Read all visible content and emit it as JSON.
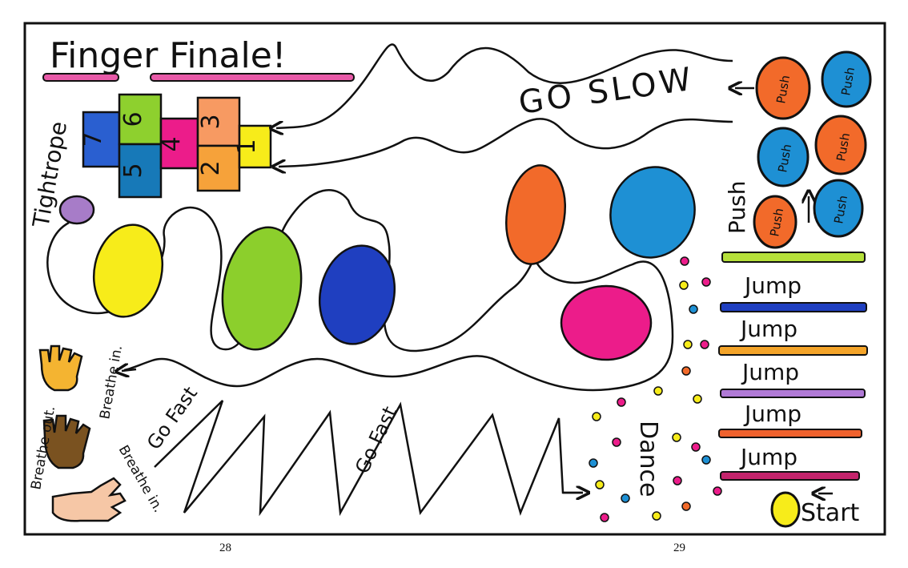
{
  "title": "Finger Finale!",
  "hopscotch_numbers": [
    "7",
    "6",
    "5",
    "4",
    "3",
    "2",
    "1"
  ],
  "labels": {
    "tightrope": "Tightrope",
    "go_slow": "GO SLOW",
    "push_word": "Push",
    "push_dot": "Push",
    "jump": "Jump",
    "dance": "Dance",
    "start": "Start",
    "go_fast": "Go Fast",
    "breathe_in": "Breathe in.",
    "breathe_out": "Breathe out.",
    "breathe_in_2": "Breathe in."
  },
  "page_numbers": {
    "left": "28",
    "right": "29"
  },
  "colors": {
    "orange": "#f26a2a",
    "blue": "#1e90d4",
    "yellow": "#f7ec1a",
    "green": "#8ccf2c",
    "navy": "#1f3fc0",
    "magenta": "#ec1c8a",
    "purple": "#a77cc8",
    "lime": "#b5e03a",
    "bar_orange": "#f4a429",
    "bar_purple": "#b07ad6",
    "bar_red": "#f0622e",
    "bar_maroon": "#c4246c"
  }
}
